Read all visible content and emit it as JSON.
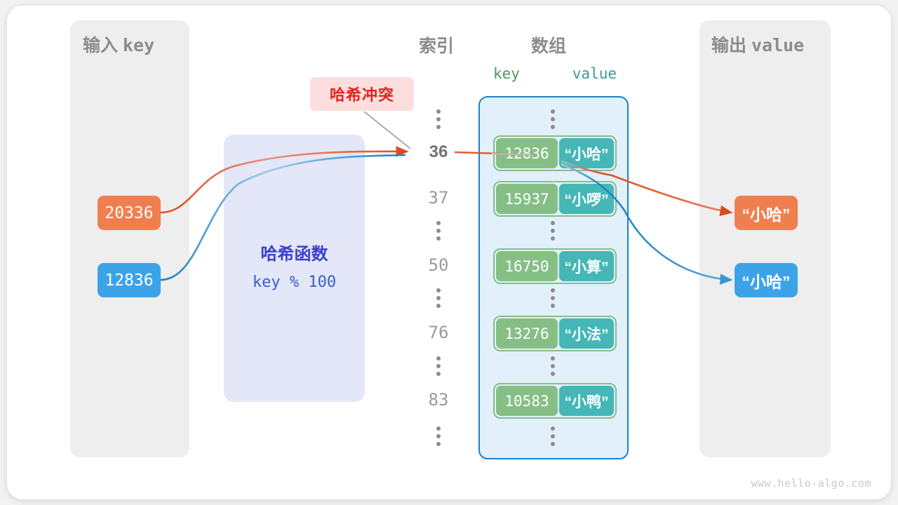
{
  "watermark": "www.hello-algo.com",
  "panels": {
    "input": {
      "title_cjk": "输入",
      "title_mono": "key"
    },
    "output": {
      "title_cjk": "输出",
      "title_mono": "value"
    }
  },
  "columns": {
    "index_title": "索引",
    "array_title": "数组",
    "key_header": "key",
    "value_header": "value"
  },
  "collision": {
    "label": "哈希冲突"
  },
  "hash_function": {
    "name": "哈希函数",
    "expression": "key % 100"
  },
  "input_keys": [
    {
      "value": "20336",
      "color": "#f07f4f"
    },
    {
      "value": "12836",
      "color": "#3da3e8"
    }
  ],
  "output_values": [
    {
      "value": "“小哈”",
      "color": "#f07f4f"
    },
    {
      "value": "“小哈”",
      "color": "#3da3e8"
    }
  ],
  "indices": [
    {
      "label": "36",
      "active": true
    },
    {
      "label": "37",
      "active": false
    },
    {
      "label": "50",
      "active": false
    },
    {
      "label": "76",
      "active": false
    },
    {
      "label": "83",
      "active": false
    }
  ],
  "array_cells": [
    {
      "key": "12836",
      "value": "“小哈”"
    },
    {
      "key": "15937",
      "value": "“小啰”"
    },
    {
      "key": "16750",
      "value": "“小算”"
    },
    {
      "key": "13276",
      "value": "“小法”"
    },
    {
      "key": "10583",
      "value": "“小鸭”"
    }
  ],
  "colors": {
    "cell_key": "#86bf86",
    "cell_value": "#45b7b7",
    "array_border": "#1c81c9",
    "array_fill": "#e2f0fb",
    "hash_box": "#e3e7f8",
    "hash_text": "#3a40cf",
    "collision_text": "#e3221c",
    "collision_bg": "#fbdedd",
    "panel_bg": "#eeeeee",
    "orange_wire": "#dd4b1e",
    "blue_wire": "#1a7fc1"
  }
}
